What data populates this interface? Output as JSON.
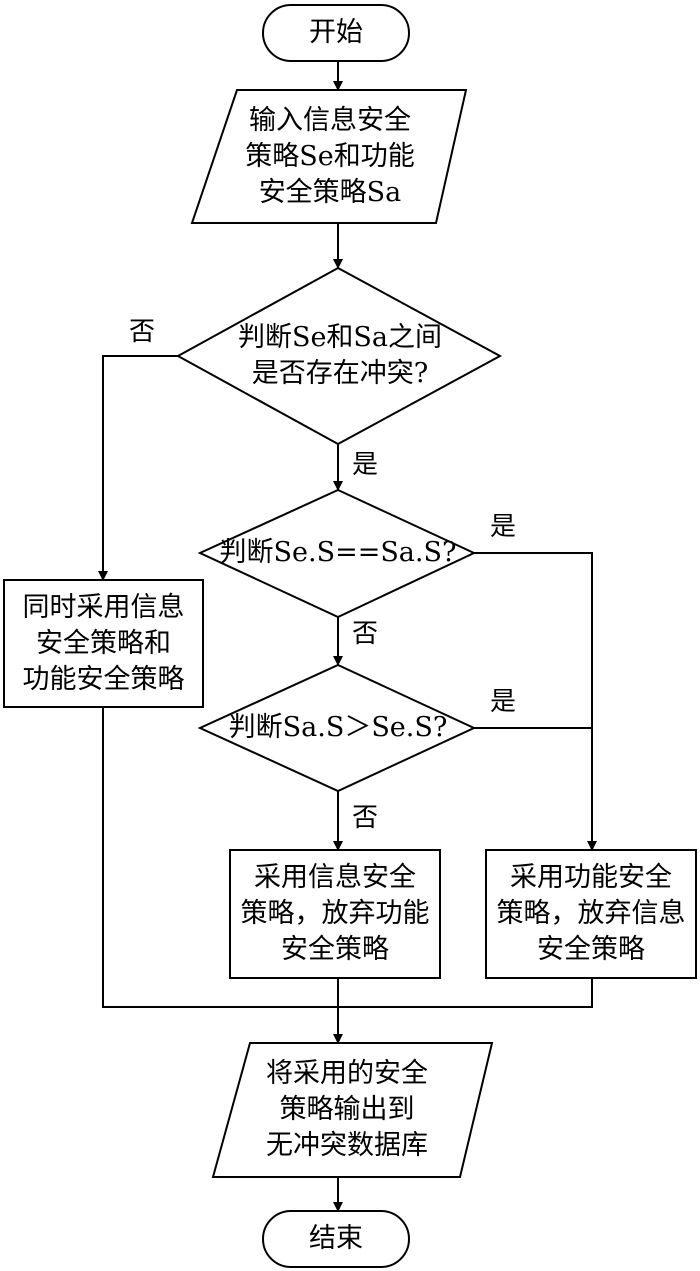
{
  "nodes": {
    "start": "开始",
    "input": "输入信息安全\n策略Se和功能\n安全策略Sa",
    "decision1": "判断Se和Sa之间\n是否存在冲突?",
    "decision2": "判断Se.S==Sa.S?",
    "decision3": "判断Sa.S＞Se.S?",
    "both": "同时采用信息\n安全策略和\n功能安全策略",
    "use_info": "采用信息安全\n策略，放弃功能\n安全策略",
    "use_func": "采用功能安全\n策略，放弃信息\n安全策略",
    "output": "将采用的安全\n策略输出到\n无冲突数据库",
    "end": "结束"
  },
  "edges": {
    "d1_no": "否",
    "d1_yes": "是",
    "d2_yes": "是",
    "d2_no": "否",
    "d3_yes": "是",
    "d3_no": "否"
  },
  "colors": {
    "stroke": "#000000",
    "fill": "#ffffff",
    "text": "#000000"
  }
}
